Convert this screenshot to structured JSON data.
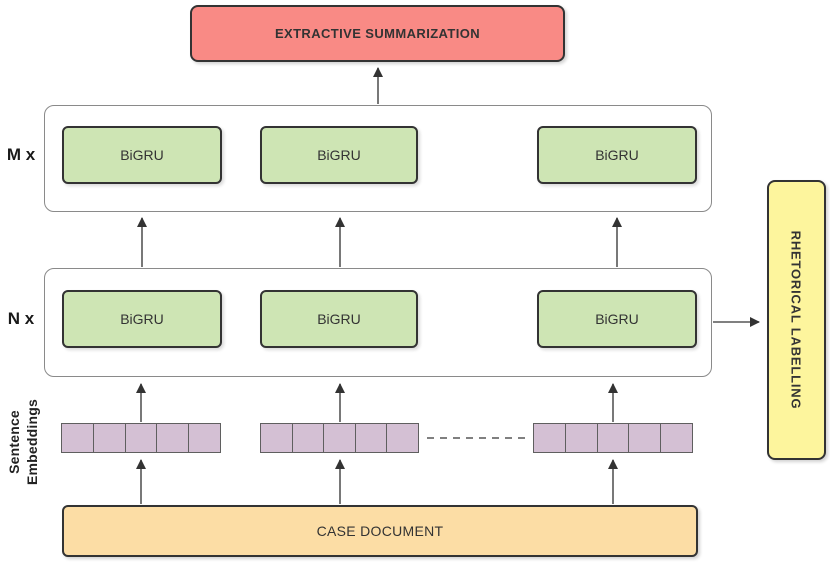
{
  "diagram": {
    "title_box": {
      "label": "EXTRACTIVE SUMMARIZATION"
    },
    "layers": [
      {
        "id": "m",
        "multiplier": "M x",
        "units": [
          "BiGRU",
          "BiGRU",
          "BiGRU"
        ]
      },
      {
        "id": "n",
        "multiplier": "N x",
        "units": [
          "BiGRU",
          "BiGRU",
          "BiGRU"
        ]
      }
    ],
    "embeddings": {
      "label": "Sentence\nEmbeddings",
      "cells_per_vector": 5,
      "vector_count": 3
    },
    "source_box": {
      "label": "CASE DOCUMENT"
    },
    "output_box": {
      "label": "RHETORICAL LABELLING"
    }
  },
  "palette": {
    "summarization_fill": "#f98a85",
    "bigru_fill": "#cee5b4",
    "embedding_fill": "#d4c0d4",
    "document_fill": "#fcdda5",
    "labelling_fill": "#fdf59d",
    "box_border": "#333333",
    "container_border": "#8a8a8a",
    "arrow_shaft": "#565656",
    "arrow_head": "#333333",
    "text": "#333333"
  }
}
